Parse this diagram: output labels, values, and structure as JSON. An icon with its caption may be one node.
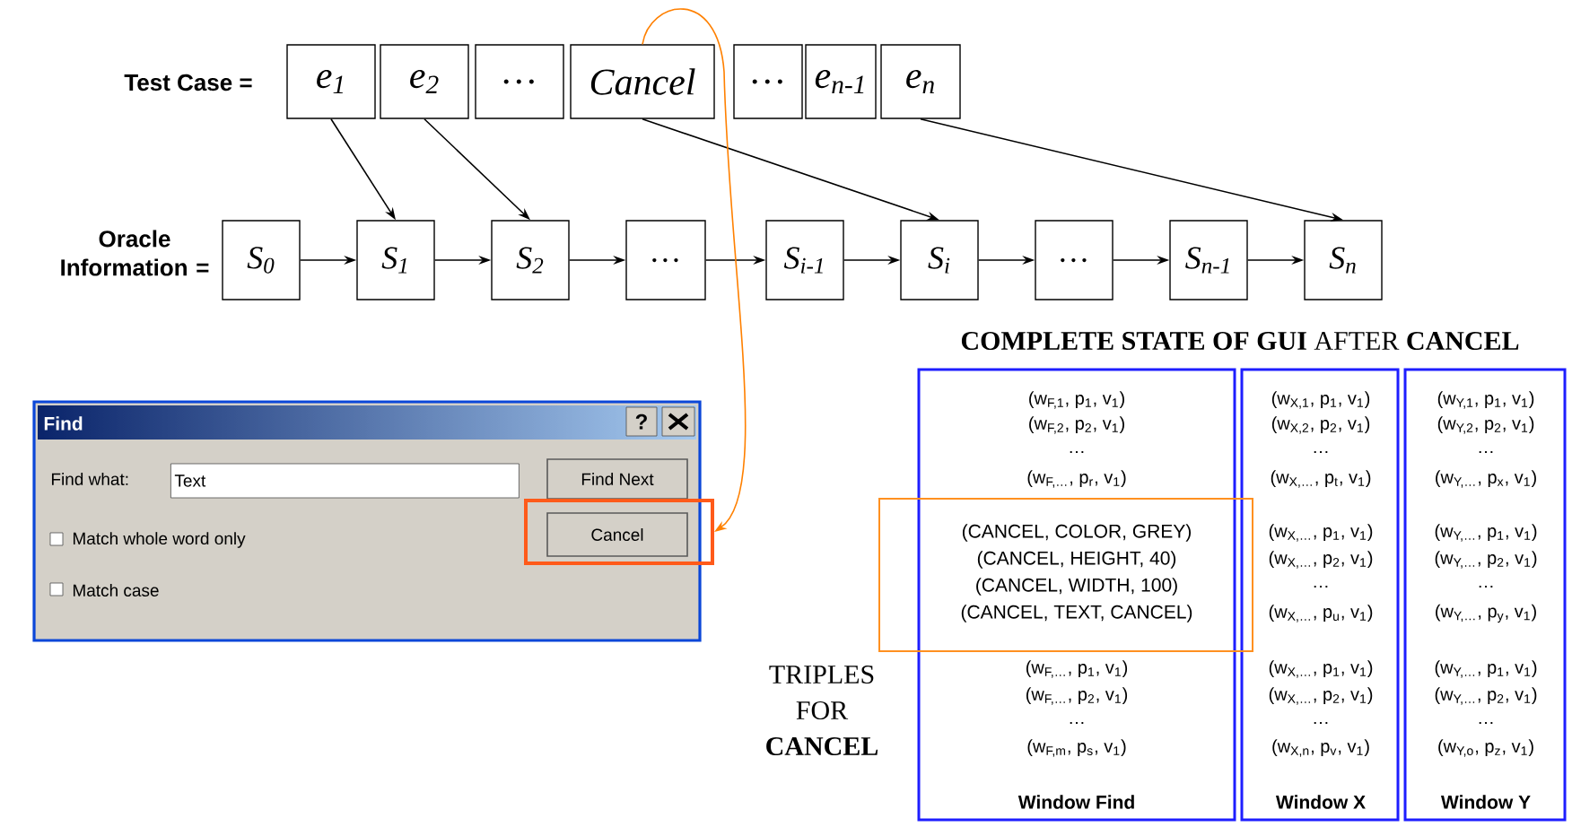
{
  "diagram": {
    "nodes": [
      {
        "text": [
          "e$_{1}$"
        ]
      },
      {
        "text": [
          "e$_{2}$"
        ]
      },
      {
        "text": [
          "…"
        ]
      },
      {
        "text": [
          "Cancel"
        ]
      },
      {
        "text": [
          "…"
        ]
      },
      {
        "text": [
          "e$_{n-1}$"
        ]
      },
      {
        "text": [
          "e$_{n}$"
        ]
      },
      {
        "text": [
          "S$_{0}$"
        ]
      },
      {
        "text": [
          "S$_{1}$"
        ]
      },
      {
        "text": [
          "S$_{2}$"
        ]
      },
      {
        "text": [
          "…"
        ]
      },
      {
        "text": [
          "S$_{i-1}$"
        ]
      },
      {
        "text": [
          "S$_{i}$"
        ]
      },
      {
        "text": [
          "…"
        ]
      },
      {
        "text": [
          "S$_{n-1}$"
        ]
      },
      {
        "text": [
          "S$_{n}$"
        ]
      },
      {
        "text": [
          "Find"
        ]
      },
      {
        "text": [
          "Find Next"
        ],
        "in": 16
      },
      {
        "text": [],
        "shape": "box"
      },
      {
        "text": [
          "Cancel"
        ],
        "in": 18
      },
      {
        "text": [
          "(w$_{F,1}$, p$_{1}$, v$_{1}$)",
          "(w$_{F,2}$, p$_{2}$, v$_{1}$)",
          "…",
          "(w$_{F,…}$, p$_{r}$, v$_{1}$)",
          "(w$_{F,…}$, p$_{1}$, v$_{1}$)",
          "(w$_{F,…}$, p$_{2}$, v$_{1}$)",
          "…",
          "(w$_{F,m}$, p$_{s}$, v$_{1}$)",
          "Window Find"
        ]
      },
      {
        "text": [
          "(w$_{X,1}$, p$_{1}$, v$_{1}$)",
          "(w$_{X,2}$, p$_{2}$, v$_{1}$)",
          "…",
          "(w$_{X,…}$, p$_{t}$, v$_{1}$)",
          "(w$_{X,…}$, p$_{1}$, v$_{1}$)",
          "(w$_{X,…}$, p$_{2}$, v$_{1}$)",
          "…",
          "(w$_{X,…}$, p$_{u}$, v$_{1}$)",
          "(w$_{X,…}$, p$_{1}$, v$_{1}$)",
          "(w$_{X,…}$, p$_{2}$, v$_{1}$)",
          "…",
          "(w$_{X,n}$, p$_{v}$, v$_{1}$)",
          "Window X"
        ]
      },
      {
        "text": [
          "(w$_{Y,1}$, p$_{1}$, v$_{1}$)",
          "(w$_{Y,2}$, p$_{2}$, v$_{1}$)",
          "…",
          "(w$_{Y,…}$, p$_{x}$, v$_{1}$)",
          "(w$_{Y,…}$, p$_{1}$, v$_{1}$)",
          "(w$_{Y,…}$, p$_{2}$, v$_{1}$)",
          "…",
          "(w$_{Y,…}$, p$_{y}$, v$_{1}$)",
          "(w$_{Y,…}$, p$_{1}$, v$_{1}$)",
          "(w$_{Y,…}$, p$_{2}$, v$_{1}$)",
          "…",
          "(w$_{Y,o}$, p$_{z}$, v$_{1}$)",
          "Window Y"
        ]
      },
      {
        "text": [
          "(CANCEL, COLOR, GREY)",
          "(CANCEL, HEIGHT, 40)",
          "(CANCEL, WIDTH, 100)",
          "(CANCEL, TEXT, CANCEL)"
        ]
      }
    ],
    "edges": [
      {
        "from": 0,
        "to": 8,
        "arrow": "to"
      },
      {
        "from": 1,
        "to": 9,
        "arrow": "to"
      },
      {
        "from": 3,
        "to": 12,
        "arrow": "to"
      },
      {
        "from": 6,
        "to": 15,
        "arrow": "to"
      },
      {
        "from": 7,
        "to": 8,
        "arrow": "to"
      },
      {
        "from": 8,
        "to": 9,
        "arrow": "to"
      },
      {
        "from": 9,
        "to": 10,
        "arrow": "to"
      },
      {
        "from": 10,
        "to": 11,
        "arrow": "to"
      },
      {
        "from": 11,
        "to": 12,
        "arrow": "to"
      },
      {
        "from": 12,
        "to": 13,
        "arrow": "to"
      },
      {
        "from": 13,
        "to": 14,
        "arrow": "to"
      },
      {
        "from": 14,
        "to": 15,
        "arrow": "to"
      },
      {
        "from": 3,
        "to": 18,
        "arrow": "to",
        "color": "#ff8000"
      }
    ],
    "labels": [
      "Test Case =",
      "Oracle Information =",
      "**COMPLETE STATE OF GUI** AFTER **CANCEL**",
      "?",
      "Find what:",
      "Text",
      "Match whole word only",
      "Match case",
      "TRIPLES FOR **CANCEL**"
    ]
  }
}
